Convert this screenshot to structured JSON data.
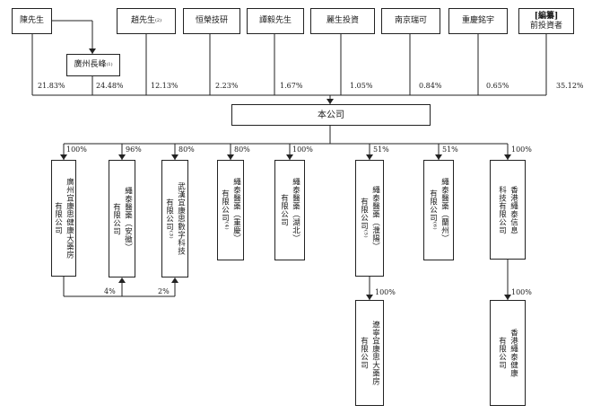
{
  "shareholders": [
    {
      "name": "陳先生",
      "pct": "21.83%"
    },
    {
      "name": "趙先生",
      "note": "(2)",
      "pct": "12.13%"
    },
    {
      "name": "恒榮技研",
      "pct": "2.23%"
    },
    {
      "name": "譚毅先生",
      "pct": "1.67%"
    },
    {
      "name": "麗生投資",
      "pct": "1.05%"
    },
    {
      "name": "南京瑞可",
      "pct": "0.84%"
    },
    {
      "name": "重慶銘宇",
      "pct": "0.65%"
    },
    {
      "name_line1": "[編纂]",
      "name_line2": "前投資者",
      "pct": "35.12%"
    }
  ],
  "intermediate": {
    "name": "廣州長峰",
    "note": "(1)",
    "pct": "24.48%"
  },
  "company": "本公司",
  "subsidiaries": [
    {
      "pct": "100%",
      "cols": [
        "廣州宜康思健康大藥房",
        "有限公司"
      ]
    },
    {
      "pct": "96%",
      "cols": [
        "繩泰醫藥（安徽）",
        "有限公司"
      ]
    },
    {
      "pct": "80%",
      "cols": [
        "武漢宜康思數字科技",
        "有限公司⁽³⁾"
      ]
    },
    {
      "pct": "80%",
      "cols": [
        "繩泰醫藥（重慶）",
        "有限公司⁽⁴⁾"
      ]
    },
    {
      "pct": "100%",
      "cols": [
        "繩泰醫藥（湖北）",
        "有限公司"
      ]
    },
    {
      "pct": "51%",
      "cols": [
        "繩泰醫藥（濮陽）",
        "有限公司⁽⁵⁾"
      ]
    },
    {
      "pct": "51%",
      "cols": [
        "繩泰醫藥（蘭州）",
        "有限公司⁽⁶⁾"
      ]
    },
    {
      "pct": "100%",
      "cols": [
        "香港繩泰信息",
        "科技有限公司"
      ]
    }
  ],
  "cross_holdings": [
    {
      "pct": "4%"
    },
    {
      "pct": "2%"
    }
  ],
  "grandchildren": [
    {
      "pct": "100%",
      "cols": [
        "遼寧宜康思大藥房",
        "有限公司"
      ]
    },
    {
      "pct": "100%",
      "cols": [
        "香港繩泰健康",
        "有限公司"
      ]
    }
  ]
}
